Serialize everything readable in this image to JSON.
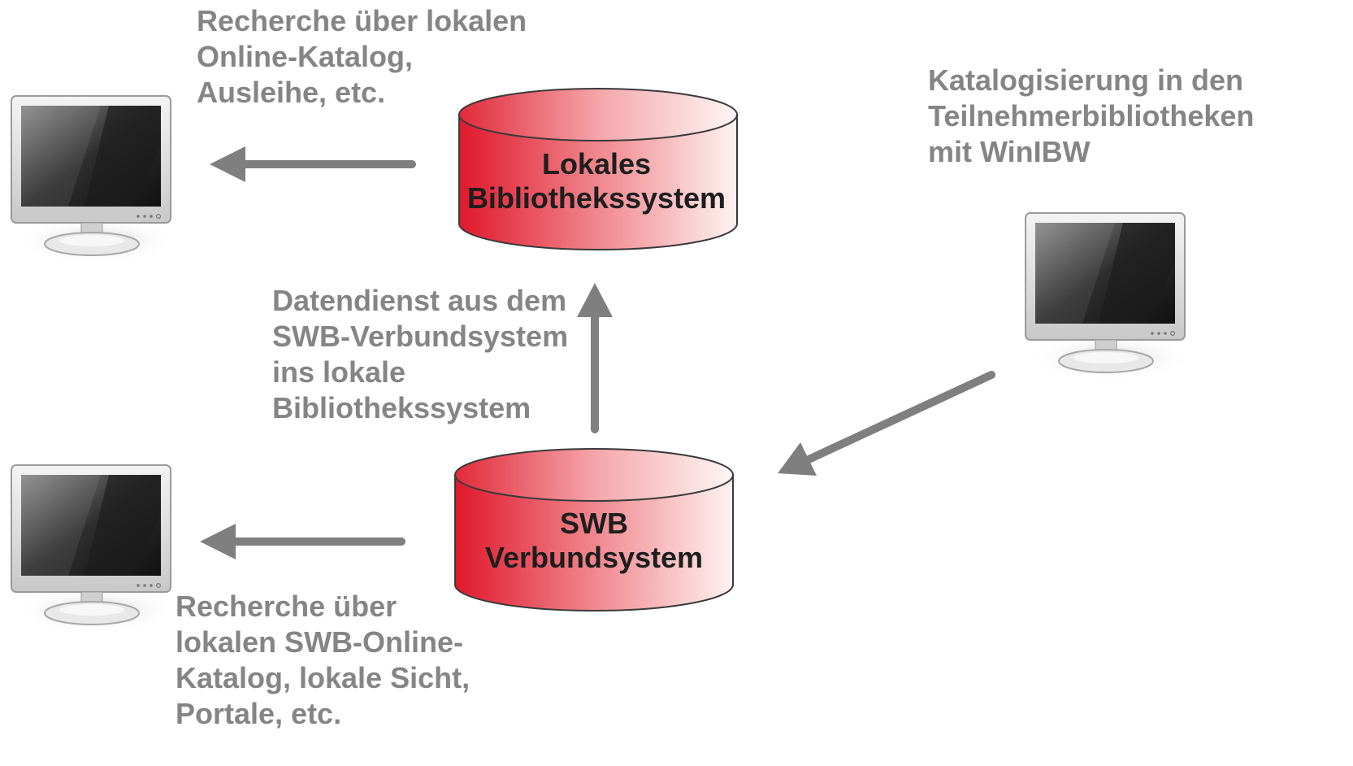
{
  "nodes": {
    "local_system": {
      "line1": "Lokales",
      "line2": "Bibliothekssystem"
    },
    "swb_system": {
      "line1": "SWB",
      "line2": "Verbundsystem"
    }
  },
  "labels": {
    "top_left": "Recherche über lokalen\nOnline-Katalog,\nAusleihe, etc.",
    "top_right": "Katalogisierung in den\nTeilnehmerbibliotheken\nmit WinIBW",
    "middle": "Datendienst aus dem\nSWB-Verbundsystem\nins lokale\nBibliothekssystem",
    "bottom_left": "Recherche über\nlokalen SWB-Online-\nKatalog, lokale Sicht,\nPortale, etc."
  },
  "icons": [
    "monitor-icon",
    "monitor-icon",
    "monitor-icon"
  ],
  "colors": {
    "cylinder_red": "#e0182c",
    "cylinder_light": "#fff3f1",
    "arrow": "#7f7f7f",
    "label_text": "#858585"
  }
}
